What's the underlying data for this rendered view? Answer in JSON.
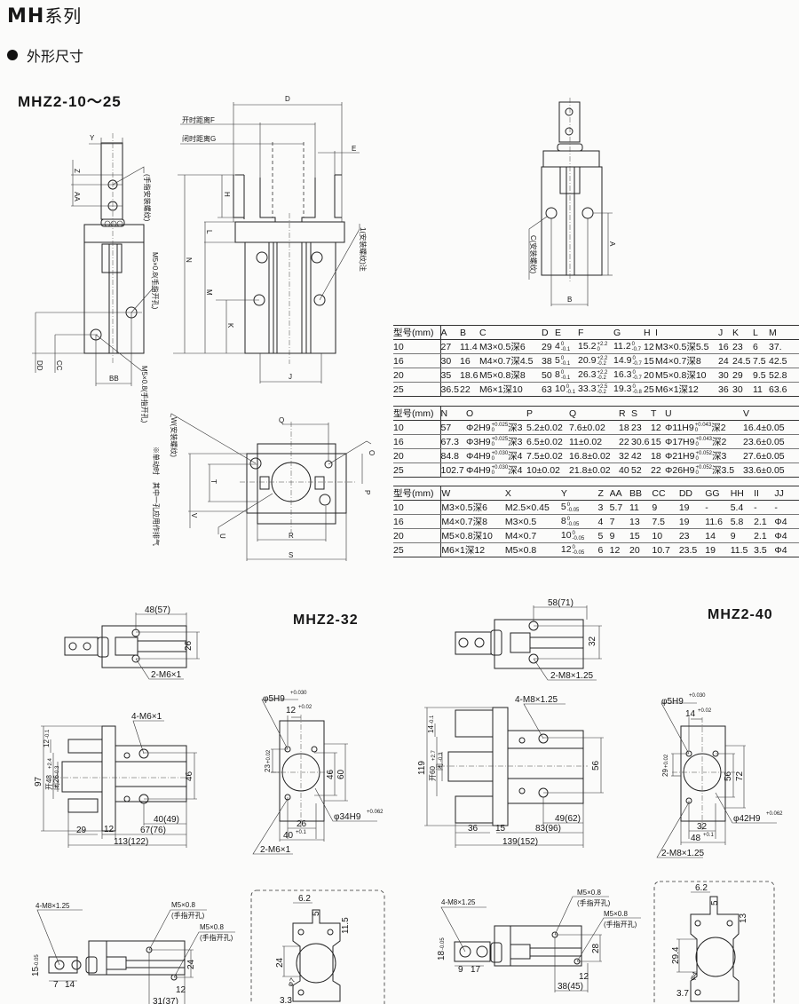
{
  "header": {
    "series_prefix": "MH",
    "series_suffix": "系列",
    "section": "外形尺寸",
    "model_range": "MHZ2-10～25"
  },
  "drawing_1025": {
    "side": {
      "y": "Y",
      "z": "Z",
      "aa": "AA",
      "finger_thread": "(手指安装螺纹)",
      "open_port": "M5×0.8(手指开孔)",
      "close_port": "M5×0.8(手指开孔)",
      "bb": "BB",
      "cc": "CC",
      "dd": "DD"
    },
    "front": {
      "d": "D",
      "f": "开时距离F",
      "g": "闭时距离G",
      "e": "E",
      "h": "H",
      "l": "L",
      "n": "N",
      "m": "M",
      "k": "K",
      "j": "J",
      "thread": "1(安装螺纹)注"
    },
    "bottom": {
      "q": "Q",
      "o": "O",
      "p": "P",
      "t": "T",
      "v": "V",
      "u": "U",
      "r": "R",
      "s": "S",
      "w": "W(安装螺纹)",
      "note": "※单动时　其中一孔应用作排气"
    },
    "end": {
      "a": "A",
      "b": "B",
      "c": "C(安装螺纹)"
    }
  },
  "tables": [
    {
      "headers": [
        "型号(mm)",
        "A",
        "B",
        "C",
        "D",
        "E",
        "F",
        "G",
        "H",
        "I",
        "J",
        "K",
        "L",
        "M"
      ],
      "rows": [
        [
          "10",
          "27",
          "11.4",
          "M3×0.5深6",
          "29",
          {
            "v": "4",
            "up": "0",
            "lo": "-0.1"
          },
          {
            "v": "15.2",
            "up": "+2.2",
            "lo": "0"
          },
          {
            "v": "11.2",
            "up": "0",
            "lo": "-0.7"
          },
          "12",
          "M3×0.5深5.5",
          "16",
          "23",
          "6",
          "37."
        ],
        [
          "16",
          "30",
          "16",
          "M4×0.7深4.5",
          "38",
          {
            "v": "5",
            "up": "0",
            "lo": "-0.1"
          },
          {
            "v": "20.9",
            "up": "+2.2",
            "lo": "-0.2"
          },
          {
            "v": "14.9",
            "up": "0",
            "lo": "-0.7"
          },
          "15",
          "M4×0.7深8",
          "24",
          "24.5",
          "7.5",
          "42.5"
        ],
        [
          "20",
          "35",
          "18.6",
          "M5×0.8深8",
          "50",
          {
            "v": "8",
            "up": "0",
            "lo": "-0.1"
          },
          {
            "v": "26.3",
            "up": "+2.2",
            "lo": "-0.2"
          },
          {
            "v": "16.3",
            "up": "0",
            "lo": "-0.7"
          },
          "20",
          "M5×0.8深10",
          "30",
          "29",
          "9.5",
          "52.8"
        ],
        [
          "25",
          "36.5",
          "22",
          "M6×1深10",
          "63",
          {
            "v": "10",
            "up": "0",
            "lo": "-0.1"
          },
          {
            "v": "33.3",
            "up": "+2.5",
            "lo": "-0.2"
          },
          {
            "v": "19.3",
            "up": "0",
            "lo": "-0.8"
          },
          "25",
          "M6×1深12",
          "36",
          "30",
          "11",
          "63.6"
        ]
      ]
    },
    {
      "headers": [
        "型号(mm)",
        "N",
        "O",
        "P",
        "Q",
        "R",
        "S",
        "T",
        "U",
        "V"
      ],
      "rows": [
        [
          "10",
          "57",
          {
            "v": "Φ2H9",
            "up": "+0.025",
            "lo": "0",
            "after": "深3"
          },
          "5.2±0.02",
          "7.6±0.02",
          "18",
          "23",
          "12",
          {
            "v": "Φ11H9",
            "up": "+0.043",
            "lo": "0",
            "after": "深2"
          },
          "16.4±0.05"
        ],
        [
          "16",
          "67.3",
          {
            "v": "Φ3H9",
            "up": "+0.025",
            "lo": "0",
            "after": "深3"
          },
          "6.5±0.02",
          "11±0.02",
          "22",
          "30.6",
          "15",
          {
            "v": "Φ17H9",
            "up": "+0.043",
            "lo": "0",
            "after": "深2"
          },
          "23.6±0.05"
        ],
        [
          "20",
          "84.8",
          {
            "v": "Φ4H9",
            "up": "+0.030",
            "lo": "0",
            "after": "深4"
          },
          "7.5±0.02",
          "16.8±0.02",
          "32",
          "42",
          "18",
          {
            "v": "Φ21H9",
            "up": "+0.052",
            "lo": "0",
            "after": "深3"
          },
          "27.6±0.05"
        ],
        [
          "25",
          "102.7",
          {
            "v": "Φ4H9",
            "up": "+0.030",
            "lo": "0",
            "after": "深4"
          },
          "10±0.02",
          "21.8±0.02",
          "40",
          "52",
          "22",
          {
            "v": "Φ26H9",
            "up": "+0.052",
            "lo": "0",
            "after": "深3.5"
          },
          "33.6±0.05"
        ]
      ]
    },
    {
      "headers": [
        "型号(mm)",
        "W",
        "X",
        "Y",
        "Z",
        "AA",
        "BB",
        "CC",
        "DD",
        "GG",
        "HH",
        "II",
        "JJ"
      ],
      "rows": [
        [
          "10",
          "M3×0.5深6",
          "M2.5×0.45",
          {
            "v": "5",
            "up": "0",
            "lo": "-0.05"
          },
          "3",
          "5.7",
          "11",
          "9",
          "19",
          "-",
          "5.4",
          "-",
          "-"
        ],
        [
          "16",
          "M4×0.7深8",
          "M3×0.5",
          {
            "v": "8",
            "up": "0",
            "lo": "-0.05"
          },
          "4",
          "7",
          "13",
          "7.5",
          "19",
          "11.6",
          "5.8",
          "2.1",
          "Φ4"
        ],
        [
          "20",
          "M5×0.8深10",
          "M4×0.7",
          {
            "v": "10",
            "up": "0",
            "lo": "-0.05"
          },
          "5",
          "9",
          "15",
          "10",
          "23",
          "14",
          "9",
          "2.1",
          "Φ4"
        ],
        [
          "25",
          "M6×1深12",
          "M5×0.8",
          {
            "v": "12",
            "up": "0",
            "lo": "-0.05"
          },
          "6",
          "12",
          "20",
          "10.7",
          "23.5",
          "19",
          "11.5",
          "3.5",
          "Φ4"
        ]
      ]
    }
  ],
  "mhz32": {
    "title": "MHZ2-32",
    "top": {
      "w": "48(57)",
      "h": "26",
      "thread": "2-M6×1"
    },
    "side": {
      "thread": "4-M6×1",
      "h97": "97",
      "open": "开48",
      "open_tol": "+2.4",
      "close": "闭26",
      "close_tol": "-0.3",
      "h12": "12",
      "h12_tol": "-0.1",
      "h46": "46",
      "d40": "40(49)",
      "d29": "29",
      "d12": "12",
      "d67": "67(76)",
      "d113": "113(122)"
    },
    "end": {
      "pin": "φ5H9",
      "pin_tol": "+0.030",
      "w12": "12",
      "w12_tol": "+0.02",
      "h23": "23",
      "h23_tol": "+0.02",
      "h46": "46",
      "h60": "60",
      "bore": "φ34H9",
      "bore_tol": "+0.062",
      "w26": "26",
      "w40": "40",
      "w40_tol": "+0.1",
      "thread": "2-M6×1"
    }
  },
  "mhz40": {
    "title": "MHZ2-40",
    "top": {
      "w": "58(71)",
      "h": "32",
      "thread": "2-M8×1.25"
    },
    "side": {
      "thread": "4-M8×1.25",
      "h119": "119",
      "open": "开60",
      "open_tol": "+2.7",
      "close": "闭",
      "close_tol": "-0.3",
      "h14": "14",
      "h14_tol": "-0.1",
      "h56": "56",
      "d49": "49(62)",
      "d36": "36",
      "d15": "15",
      "d83": "83(96)",
      "d139": "139(152)"
    },
    "end": {
      "pin": "φ5H9",
      "pin_tol": "+0.030",
      "w14": "14",
      "w14_tol": "+0.02",
      "h29": "29",
      "h29_tol": "+0.02",
      "h56": "56",
      "h72": "72",
      "bore": "φ42H9",
      "bore_tol": "+0.062",
      "w32": "32",
      "w48": "48",
      "w48_tol": "+0.1",
      "thread": "2-M8×1.25"
    }
  },
  "bottom32": {
    "thread": "4-M8×1.25",
    "port1": "M5×0.8",
    "port1_note": "(手指开孔)",
    "port2": "M5×0.8",
    "port2_note": "(手指开孔)",
    "h24": "24",
    "h15": "15",
    "h15_tol": "-0.05",
    "d7": "7",
    "d14": "14",
    "d12": "12",
    "d31": "31(37)",
    "detail": {
      "w62": "6.2",
      "h5": "5",
      "h115": "11.5",
      "h24": "24",
      "phi": "φ7",
      "w33": "3.3"
    }
  },
  "bottom40": {
    "thread": "4-M8×1.25",
    "port1": "M5×0.8",
    "port1_note": "(手指开孔)",
    "port2": "M5×0.8",
    "port2_note": "(手指开孔)",
    "h28": "28",
    "h18": "18",
    "h18_tol": "-0.05",
    "d9": "9",
    "d17": "17",
    "d12": "12",
    "d38": "38(45)",
    "detail": {
      "w62": "6.2",
      "h5": "5",
      "h13": "13",
      "h294": "29.4",
      "phi": "φ4",
      "w37": "3.7"
    }
  }
}
